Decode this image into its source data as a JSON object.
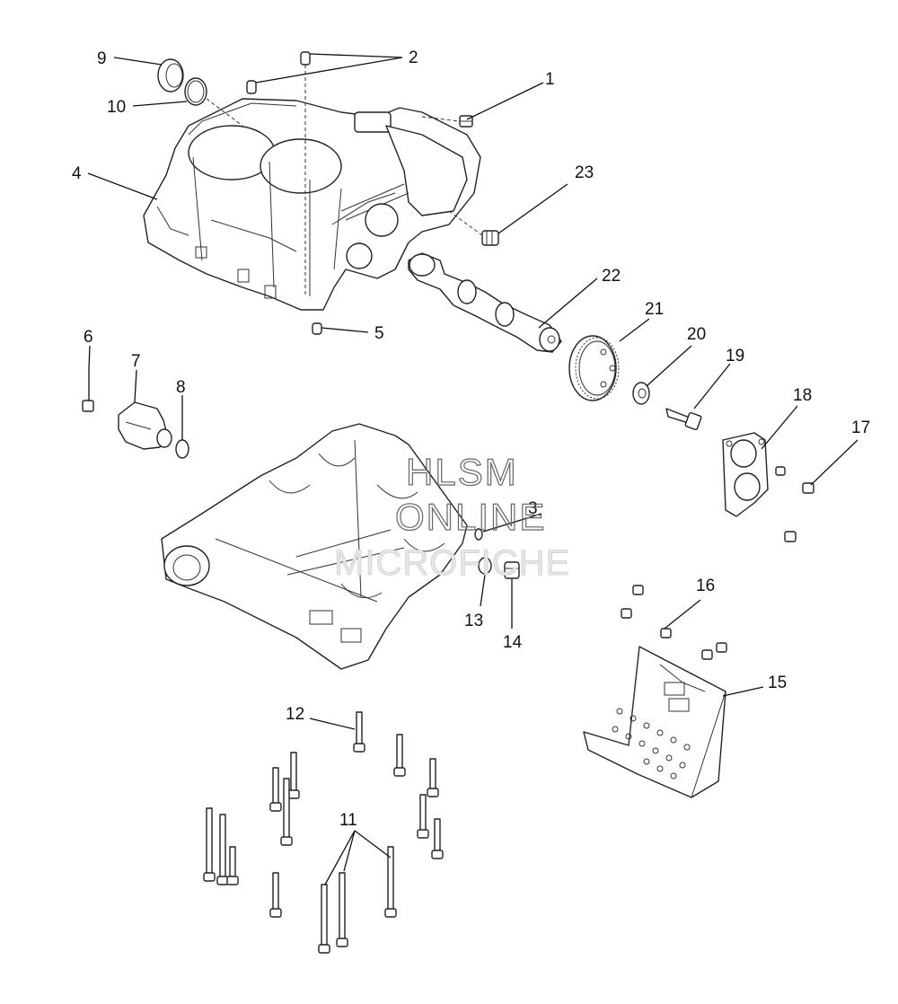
{
  "watermark": {
    "line1": "HLSM",
    "line2": "ONLINE",
    "line3": "MICROFICHE"
  },
  "callouts": [
    {
      "id": "c1",
      "text": "1"
    },
    {
      "id": "c2",
      "text": "2"
    },
    {
      "id": "c3",
      "text": "3"
    },
    {
      "id": "c4",
      "text": "4"
    },
    {
      "id": "c5",
      "text": "5"
    },
    {
      "id": "c6",
      "text": "6"
    },
    {
      "id": "c7",
      "text": "7"
    },
    {
      "id": "c8",
      "text": "8"
    },
    {
      "id": "c9",
      "text": "9"
    },
    {
      "id": "c10",
      "text": "10"
    },
    {
      "id": "c11",
      "text": "11"
    },
    {
      "id": "c12",
      "text": "12"
    },
    {
      "id": "c13",
      "text": "13"
    },
    {
      "id": "c14",
      "text": "14"
    },
    {
      "id": "c15",
      "text": "15"
    },
    {
      "id": "c16",
      "text": "16"
    },
    {
      "id": "c17",
      "text": "17"
    },
    {
      "id": "c18",
      "text": "18"
    },
    {
      "id": "c19",
      "text": "19"
    },
    {
      "id": "c20",
      "text": "20"
    },
    {
      "id": "c21",
      "text": "21"
    },
    {
      "id": "c22",
      "text": "22"
    },
    {
      "id": "c23",
      "text": "23"
    }
  ]
}
